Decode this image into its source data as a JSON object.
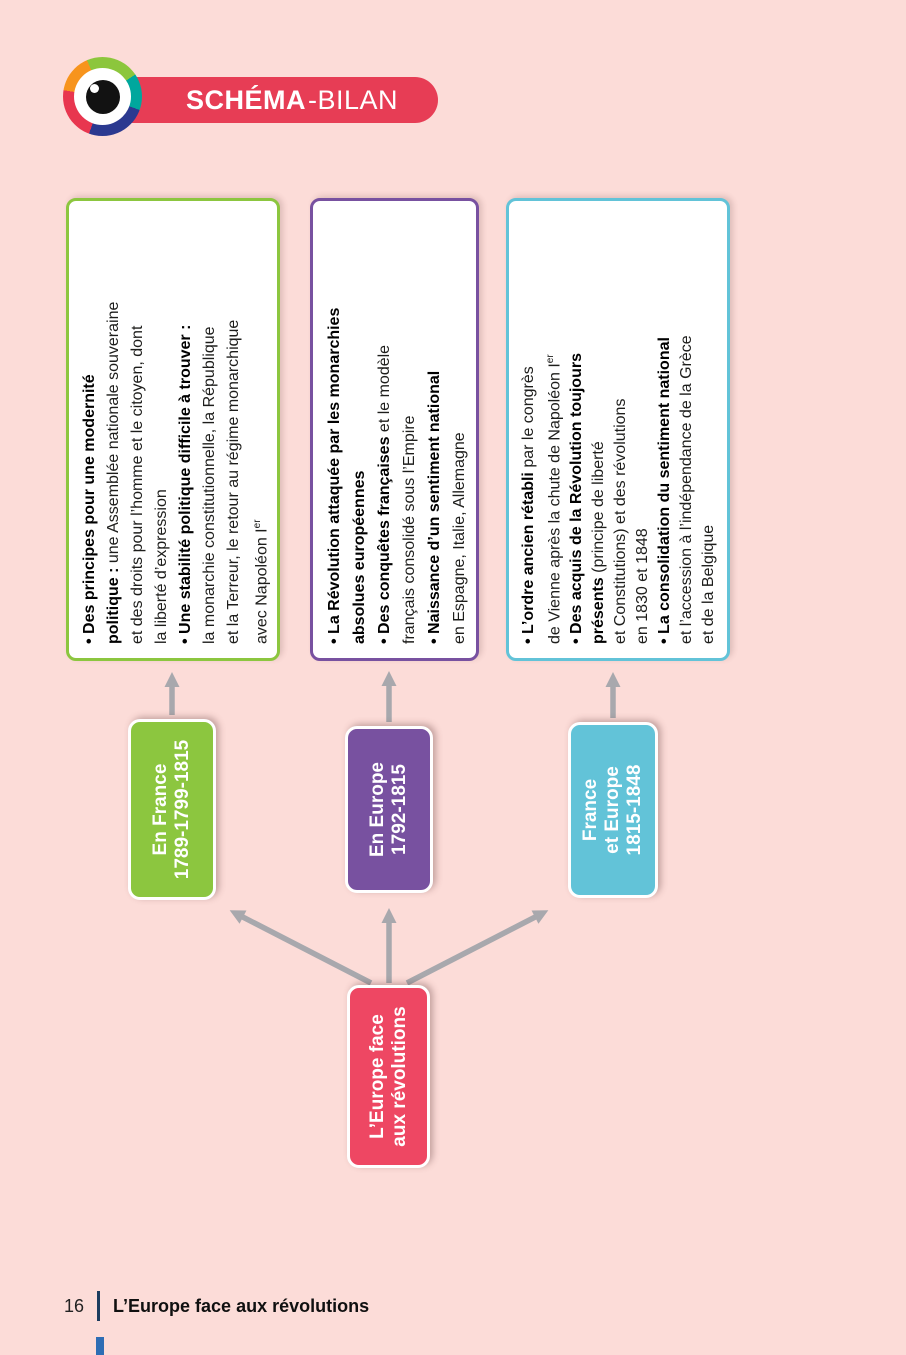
{
  "page": {
    "background": "#fcdcd8"
  },
  "header": {
    "logo_icon": "eye-icon",
    "title_bold": "SCHÉMA",
    "title_rest": "-BILAN",
    "banner_color": "#e73d55"
  },
  "diagram": {
    "arrow_color": "#a8a8ad",
    "root": {
      "color": "#ee4763",
      "lines": [
        "L’Europe face",
        "aux révolutions"
      ]
    },
    "branches": [
      {
        "color": "#8cc63f",
        "node_lines": [
          "En France",
          "1789-1799-1815"
        ],
        "lines": [
          [
            {
              "t": "• Des principes pour une modernité",
              "b": true
            }
          ],
          [
            {
              "t": "politique : ",
              "b": true
            },
            {
              "t": "une Assemblée nationale souveraine"
            }
          ],
          [
            {
              "t": "et des droits pour l’homme et le citoyen, dont"
            }
          ],
          [
            {
              "t": "la liberté d’expression"
            }
          ],
          [
            {
              "t": "• Une stabilité politique difficile à trouver :",
              "b": true
            }
          ],
          [
            {
              "t": "la monarchie constitutionnelle, la République"
            }
          ],
          [
            {
              "t": "et la Terreur, le retour au régime monarchique"
            }
          ],
          [
            {
              "t": "avec Napoléon I"
            },
            {
              "t": "er",
              "s": true
            }
          ]
        ]
      },
      {
        "color": "#7851a0",
        "node_lines": [
          "En Europe",
          "1792-1815"
        ],
        "lines": [
          [
            {
              "t": "• La Révolution attaquée par les monarchies",
              "b": true
            }
          ],
          [
            {
              "t": "absolues européennes",
              "b": true
            }
          ],
          [
            {
              "t": "• Des conquêtes françaises ",
              "b": true
            },
            {
              "t": "et le modèle"
            }
          ],
          [
            {
              "t": "français consolidé sous l’Empire"
            }
          ],
          [
            {
              "t": "• Naissance d’un sentiment national",
              "b": true
            }
          ],
          [
            {
              "t": "en Espagne, Italie, Allemagne"
            }
          ]
        ]
      },
      {
        "color": "#62c3d8",
        "node_lines": [
          "France",
          "et Europe",
          "1815-1848"
        ],
        "lines": [
          [
            {
              "t": "• L’ordre ancien rétabli ",
              "b": true
            },
            {
              "t": "par le congrès"
            }
          ],
          [
            {
              "t": "de Vienne après la chute de Napoléon I"
            },
            {
              "t": "er",
              "s": true
            }
          ],
          [
            {
              "t": "• Des acquis de la Révolution toujours",
              "b": true
            }
          ],
          [
            {
              "t": "présents ",
              "b": true
            },
            {
              "t": "(principe de liberté"
            }
          ],
          [
            {
              "t": "et Constitutions) et des révolutions"
            }
          ],
          [
            {
              "t": "en 1830 et 1848"
            }
          ],
          [
            {
              "t": "• La consolidation du sentiment national",
              "b": true
            }
          ],
          [
            {
              "t": "et l’accession à l’indépendance de la Grèce"
            }
          ],
          [
            {
              "t": "et de la Belgique"
            }
          ]
        ]
      }
    ]
  },
  "footer": {
    "page_number": "16",
    "title": "L’Europe face aux révolutions",
    "divider_color": "#1c3c5e",
    "tab_color": "#2e6db4"
  }
}
